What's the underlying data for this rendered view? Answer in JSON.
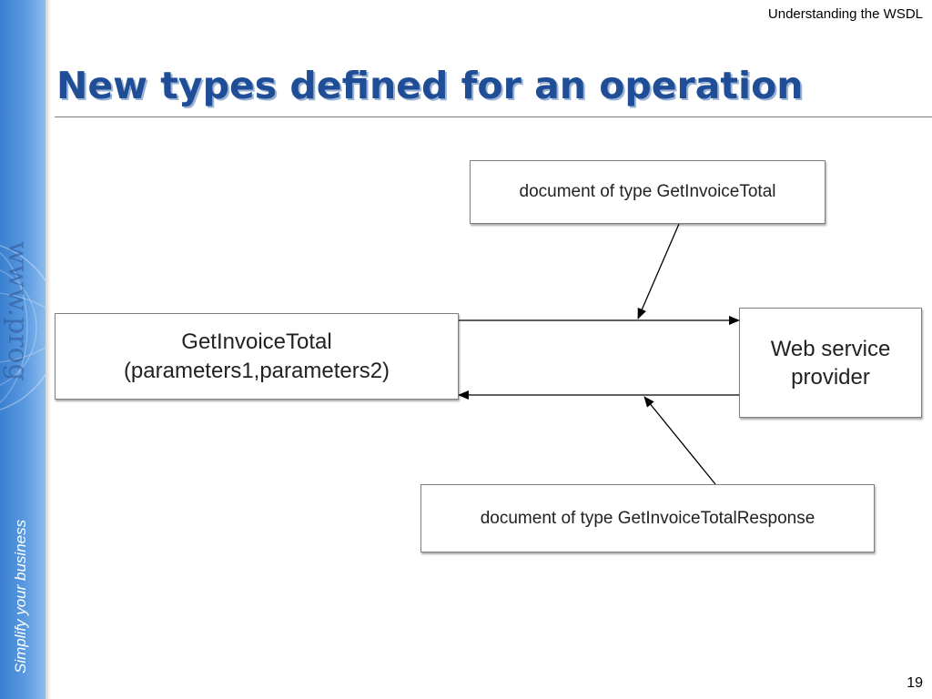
{
  "header": {
    "title": "Understanding the WSDL"
  },
  "sidebar": {
    "tagline": "Simplify your business",
    "watermark": "www.prog"
  },
  "slide": {
    "title": "New types defined for an operation",
    "page_number": "19"
  },
  "diagram": {
    "request_document": "document of type GetInvoiceTotal",
    "operation": {
      "line1": "GetInvoiceTotal",
      "line2": "(parameters1,parameters2)"
    },
    "provider": {
      "line1": "Web service",
      "line2": "provider"
    },
    "response_document": "document of type GetInvoiceTotalResponse"
  },
  "colors": {
    "title": "#1f4e96",
    "sidebar": "#4a8ad8",
    "box_border": "#7f7f7f",
    "arrow": "#000000"
  }
}
